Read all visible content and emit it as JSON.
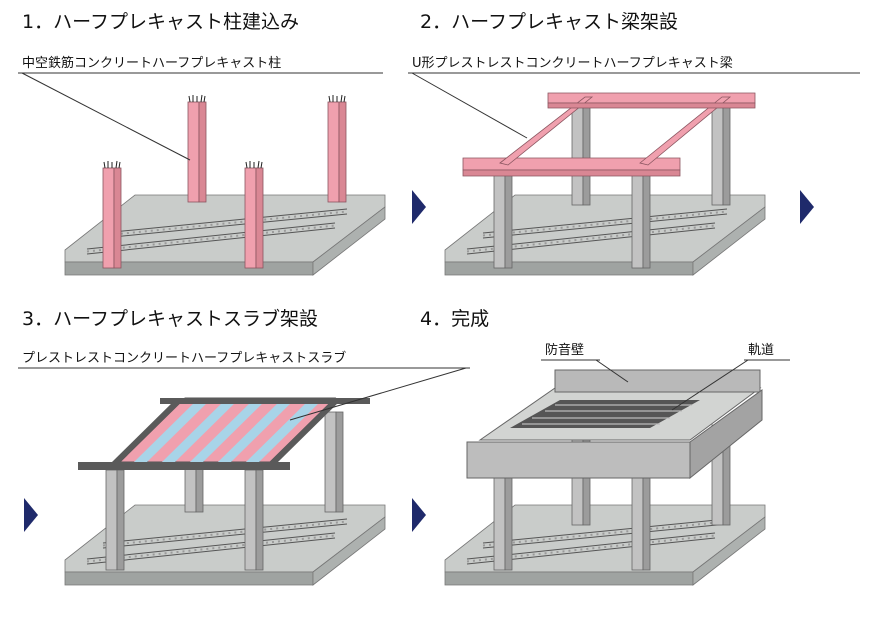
{
  "steps": [
    {
      "title": "1．ハーフプレキャスト柱建込み",
      "callout": "中空鉄筋コンクリートハーフプレキャスト柱"
    },
    {
      "title": "2．ハーフプレキャスト梁架設",
      "callout": "U形プレストレストコンクリートハーフプレキャスト梁"
    },
    {
      "title": "3．ハーフプレキャストスラブ架設",
      "callout": "プレストレストコンクリートハーフプレキャストスラブ"
    },
    {
      "title": "4．完成",
      "callouts": [
        "防音壁",
        "軌道"
      ]
    }
  ],
  "colors": {
    "precast_pink": "#f0a0ae",
    "concrete_gray": "#b8b8b8",
    "slab_blue": "#a8d4e8",
    "arrow_navy": "#1f2a6b",
    "ground": "#c8cac8"
  }
}
